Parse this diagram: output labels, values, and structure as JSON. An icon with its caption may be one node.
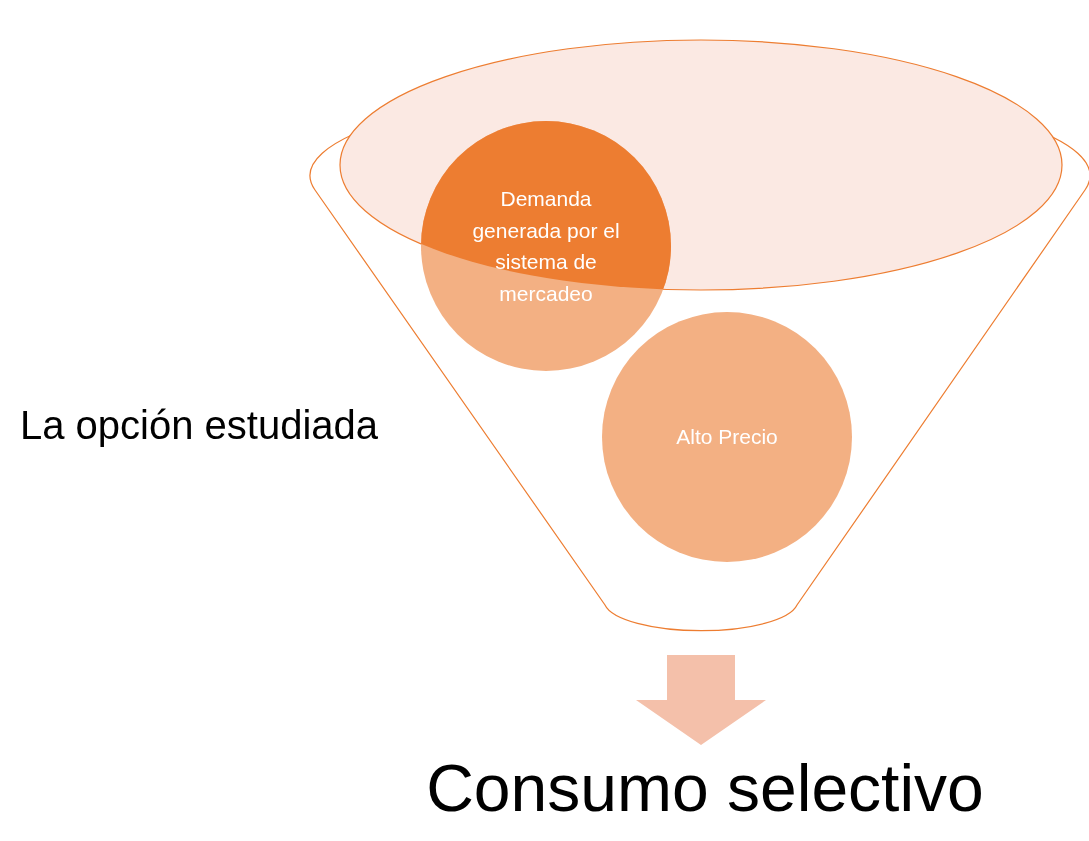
{
  "diagram": {
    "nodes": [
      {
        "text": [],
        "shape": "funnel"
      },
      {
        "text": [
          "Demanda generada por el sistema de mercadeo"
        ]
      },
      {
        "text": [
          "Alto Precio"
        ],
        "in": 0
      },
      {
        "text": [
          "Consumo selectivo"
        ]
      }
    ],
    "edges": [
      {
        "from": 0,
        "to": 3,
        "arrow": "to",
        "style": "thick"
      }
    ],
    "labels": [
      "La opción estudiada"
    ]
  }
}
